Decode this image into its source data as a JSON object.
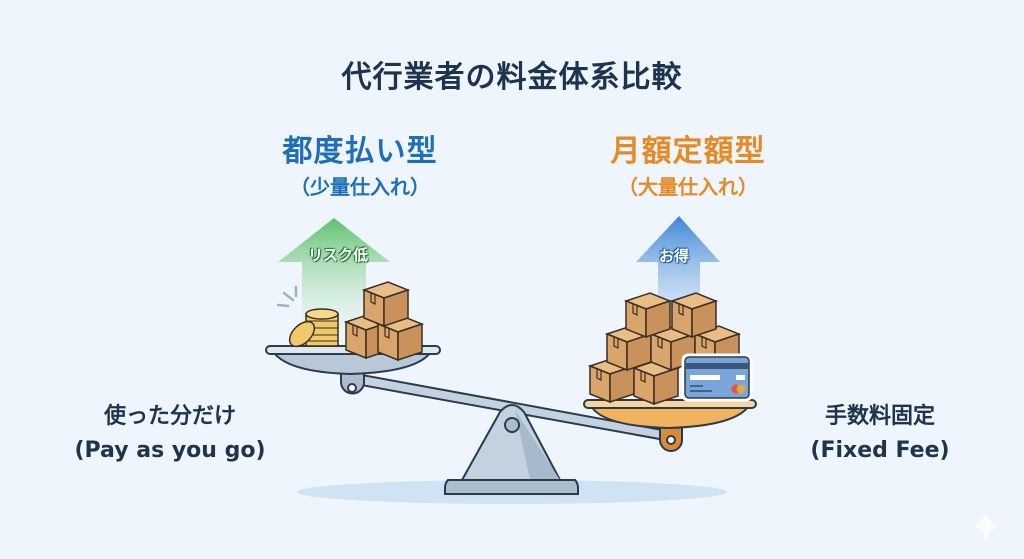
{
  "title": "代行業者の料金体系比較",
  "plans": {
    "left": {
      "name": "都度払い型",
      "subtitle": "（少量仕入れ）",
      "arrow_label": "リスク低",
      "arrow_color": "#6cc27a",
      "side_label_jp": "使った分だけ",
      "side_label_en": "(Pay as you go)",
      "accent_color": "#1e6fb8",
      "pan_items": [
        "coins",
        "boxes-3"
      ]
    },
    "right": {
      "name": "月額定額型",
      "subtitle": "（大量仕入れ）",
      "arrow_label": "お得",
      "arrow_color": "#4a90d9",
      "side_label_jp": "手数料固定",
      "side_label_en": "(Fixed Fee)",
      "accent_color": "#e58a25",
      "pan_items": [
        "boxes-8",
        "credit-card"
      ]
    }
  },
  "colors": {
    "background": "#eef5fc",
    "title": "#1e3350",
    "scale_metal": "#b9c8d8",
    "scale_outline": "#2a3a4f",
    "box": "#d9a56b",
    "coin": "#f0c96a",
    "right_pan": "#f2b35e"
  }
}
